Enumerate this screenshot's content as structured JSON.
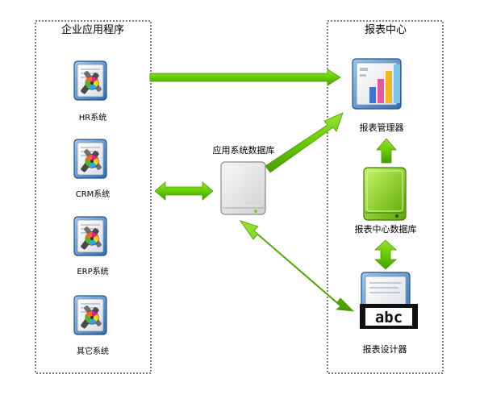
{
  "left_panel": {
    "title": "企业应用程序",
    "apps": [
      {
        "label": "HR系统",
        "icon": "app-tools-icon"
      },
      {
        "label": "CRM系统",
        "icon": "app-tools-icon"
      },
      {
        "label": "ERP系统",
        "icon": "app-tools-icon"
      },
      {
        "label": "其它系统",
        "icon": "app-tools-icon"
      }
    ]
  },
  "center": {
    "db_label": "应用系统数据库",
    "db_icon": "hard-drive-icon"
  },
  "right_panel": {
    "title": "报表中心",
    "manager_label": "报表管理器",
    "manager_icon": "bar-chart-document-icon",
    "center_db_label": "报表中心数据库",
    "center_db_icon": "green-drive-icon",
    "designer_label": "报表设计器",
    "designer_icon": "abc-text-document-icon",
    "designer_icon_text": "abc"
  },
  "colors": {
    "arrow_green": "#66cc00",
    "arrow_green_dark": "#4a9a00",
    "border": "#000000"
  }
}
